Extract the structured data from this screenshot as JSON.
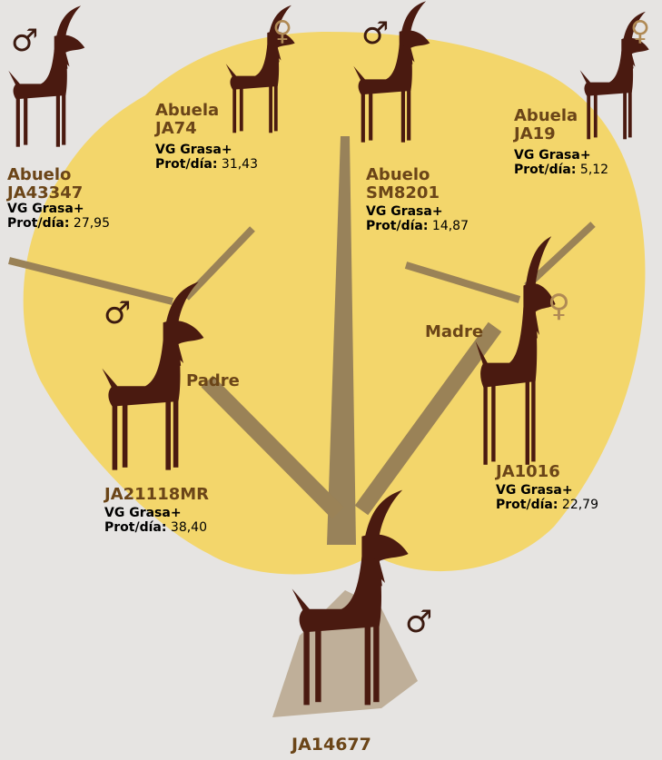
{
  "colors": {
    "background": "#e6e4e2",
    "canopy": "#f3d66b",
    "goat": "#4a1a10",
    "branch": "#9a8257",
    "trunk": "#98825a",
    "heading_text": "#6b4518",
    "male_symbol": "#3c1a10",
    "female_symbol": "#b08a55"
  },
  "icons": {
    "male": "male-symbol-icon",
    "female": "female-symbol-icon",
    "goat": "goat-silhouette-icon"
  },
  "symbols": {
    "male": "♂",
    "female": "♀"
  },
  "common": {
    "vg_label": "VG Grasa+",
    "prot_label": "Prot/día:"
  },
  "paternal_grandfather": {
    "relation": "Abuelo",
    "id": "JA43347",
    "prot_value": "27,95"
  },
  "paternal_grandmother": {
    "relation": "Abuela",
    "id": "JA74",
    "prot_value": "31,43"
  },
  "maternal_grandfather": {
    "relation": "Abuelo",
    "id": "SM8201",
    "prot_value": "14,87"
  },
  "maternal_grandmother": {
    "relation": "Abuela",
    "id": "JA19",
    "prot_value": "5,12"
  },
  "father": {
    "relation": "Padre",
    "id": "JA21118MR",
    "prot_value": "38,40"
  },
  "mother": {
    "relation": "Madre",
    "id": "JA1016",
    "prot_value": "22,79"
  },
  "subject": {
    "id": "JA14677"
  }
}
